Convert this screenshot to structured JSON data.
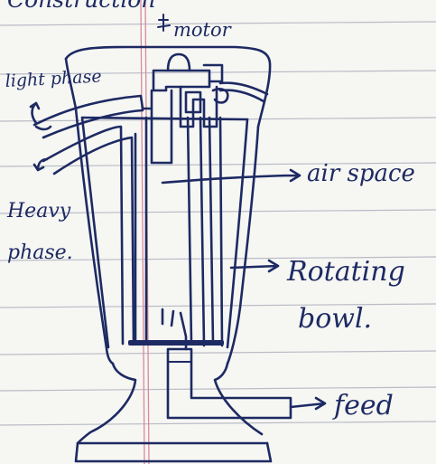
{
  "heading": "Construction",
  "labels": {
    "motor": "motor",
    "light_phase": "light phase",
    "heavy_phase_1": "Heavy",
    "heavy_phase_2": "phase.",
    "air_space": "air space",
    "rotating_1": "Rotating",
    "rotating_2": "bowl.",
    "feed": "feed"
  },
  "colors": {
    "ink": "#1d2a63",
    "paper": "#f6f6f3",
    "rule": "#b9bcc6",
    "margin": "#d98a9a"
  }
}
